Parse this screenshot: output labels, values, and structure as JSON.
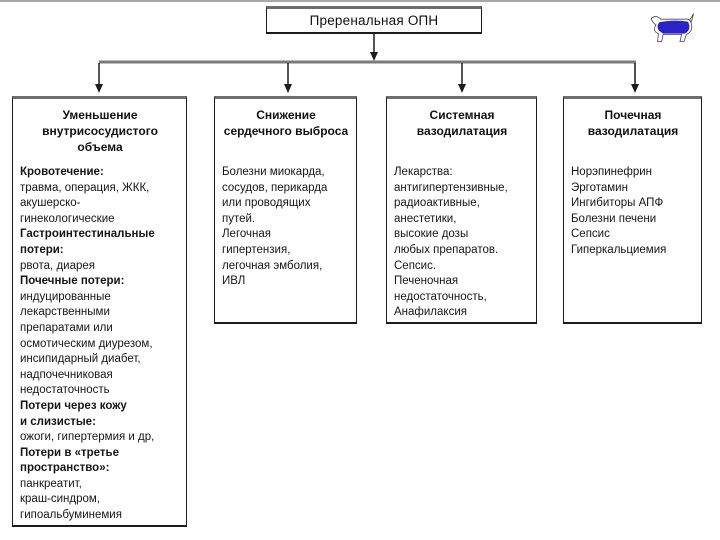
{
  "root": {
    "title": "Преренальная ОПН"
  },
  "decor": {
    "dog_icon": "dog-clipart",
    "dog_color": "#2a23c7",
    "connector_line_color": "#7a7a7a",
    "box_border_color": "#1c1c1c"
  },
  "columns": [
    {
      "title": "Уменьшение внутрисосудистого объема",
      "lines": [
        {
          "t": "Кровотечение:",
          "b": true
        },
        {
          "t": "травма, операция, ЖКК,",
          "b": false
        },
        {
          "t": "акушерско-",
          "b": false
        },
        {
          "t": "гинекологические",
          "b": false
        },
        {
          "t": "Гастроинтестинальные",
          "b": true
        },
        {
          "t": "потери:",
          "b": true
        },
        {
          "t": "рвота, диарея",
          "b": false
        },
        {
          "t": "Почечные потери:",
          "b": true
        },
        {
          "t": "индуцированные",
          "b": false
        },
        {
          "t": "лекарственными",
          "b": false
        },
        {
          "t": "препаратами или",
          "b": false
        },
        {
          "t": "осмотическим диурезом,",
          "b": false
        },
        {
          "t": "инсипидарный диабет,",
          "b": false
        },
        {
          "t": "надпочечниковая",
          "b": false
        },
        {
          "t": "недостаточность",
          "b": false
        },
        {
          "t": "Потери через кожу",
          "b": true
        },
        {
          "t": "и слизистые:",
          "b": true
        },
        {
          "t": "ожоги, гипертермия и др,",
          "b": false
        },
        {
          "t": "Потери в «третье",
          "b": true
        },
        {
          "t": "пространство»:",
          "b": true
        },
        {
          "t": "панкреатит,",
          "b": false
        },
        {
          "t": "краш-синдром,",
          "b": false
        },
        {
          "t": "гипоальбуминемия",
          "b": false
        }
      ]
    },
    {
      "title": "Снижение сердечного выброса",
      "lines": [
        {
          "t": "Болезни миокарда,",
          "b": false
        },
        {
          "t": "сосудов, перикарда",
          "b": false
        },
        {
          "t": "или проводящих",
          "b": false
        },
        {
          "t": "путей.",
          "b": false
        },
        {
          "t": "Легочная",
          "b": false
        },
        {
          "t": "гипертензия,",
          "b": false
        },
        {
          "t": "легочная эмболия,",
          "b": false
        },
        {
          "t": "ИВЛ",
          "b": false
        }
      ]
    },
    {
      "title": "Системная вазодилатация",
      "lines": [
        {
          "t": "Лекарства:",
          "b": false
        },
        {
          "t": "антигипертензивные,",
          "b": false
        },
        {
          "t": "радиоактивные,",
          "b": false
        },
        {
          "t": "анестетики,",
          "b": false
        },
        {
          "t": "высокие дозы",
          "b": false
        },
        {
          "t": "любых препаратов.",
          "b": false
        },
        {
          "t": "Сепсис.",
          "b": false
        },
        {
          "t": "Печеночная",
          "b": false
        },
        {
          "t": "недостаточность,",
          "b": false
        },
        {
          "t": "Анафилаксия",
          "b": false
        }
      ]
    },
    {
      "title": "Почечная вазодилатация",
      "lines": [
        {
          "t": "Норэпинефрин",
          "b": false
        },
        {
          "t": "Эрготамин",
          "b": false
        },
        {
          "t": "Ингибиторы АПФ",
          "b": false
        },
        {
          "t": "Болезни печени",
          "b": false
        },
        {
          "t": "Сепсис",
          "b": false
        },
        {
          "t": "Гиперкальциемия",
          "b": false
        }
      ]
    }
  ]
}
